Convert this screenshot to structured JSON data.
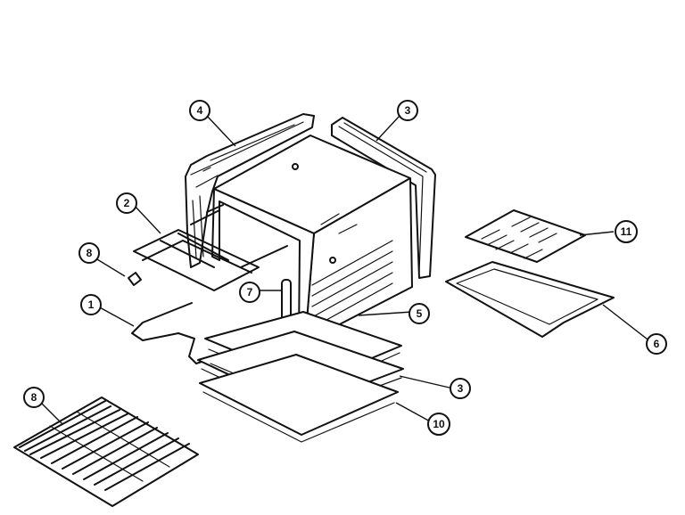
{
  "callouts": {
    "c1": "1",
    "c2": "2",
    "c3a": "3",
    "c3b": "3",
    "c4": "4",
    "c5": "5",
    "c6": "6",
    "c7": "7",
    "c8a": "8",
    "c8b": "8",
    "c10": "10",
    "c11": "11"
  }
}
